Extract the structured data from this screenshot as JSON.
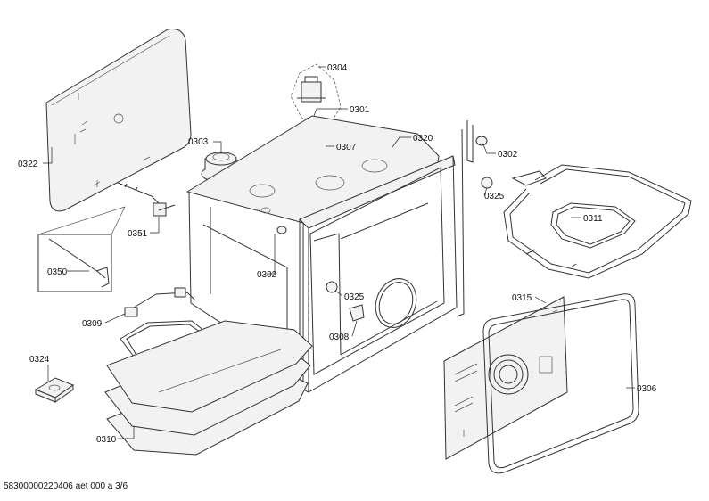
{
  "labels": {
    "l0322": "0322",
    "l0350": "0350",
    "l0351": "0351",
    "l0303": "0303",
    "l0304": "0304",
    "l0301": "0301",
    "l0307": "0307",
    "l0320": "0320",
    "l0302a": "0302",
    "l0302b": "0302",
    "l0325a": "0325",
    "l0325b": "0325",
    "l0311": "0311",
    "l0309": "0309",
    "l0308": "0308",
    "l0315": "0315",
    "l0306": "0306",
    "l0324": "0324",
    "l0310": "0310"
  },
  "footer": "58300000220406 aet 000 a 3/6"
}
